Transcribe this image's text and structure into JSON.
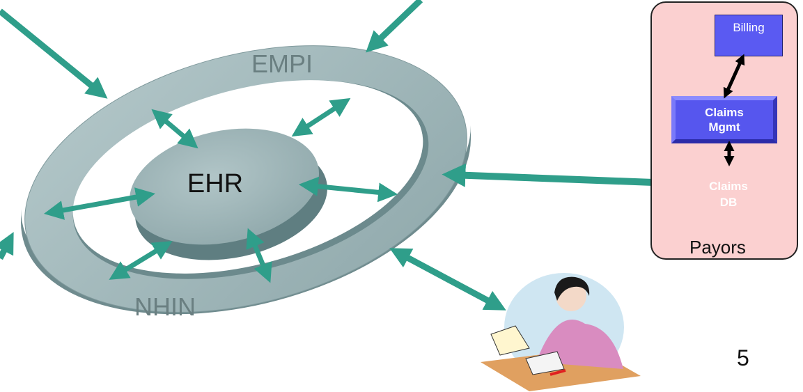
{
  "diagram": {
    "outer_ring_label": "EMPI",
    "outer_ring_bottom_label": "NHIN",
    "center_label": "EHR",
    "payors": {
      "group_label": "Payors",
      "billing_label": "Billing",
      "claims_mgmt_label": "Claims\nMgmt",
      "claims_db_line1": "Claims",
      "claims_db_line2": "DB"
    },
    "page_number": "5",
    "colors": {
      "ring": "#9fb7b9",
      "ring_shadow": "#6f8b8e",
      "arrow": "#2f9e8a",
      "payors_fill": "#fbd0d0",
      "box_fill": "#5656ee"
    },
    "icons": [
      "clerk-illustration"
    ]
  }
}
